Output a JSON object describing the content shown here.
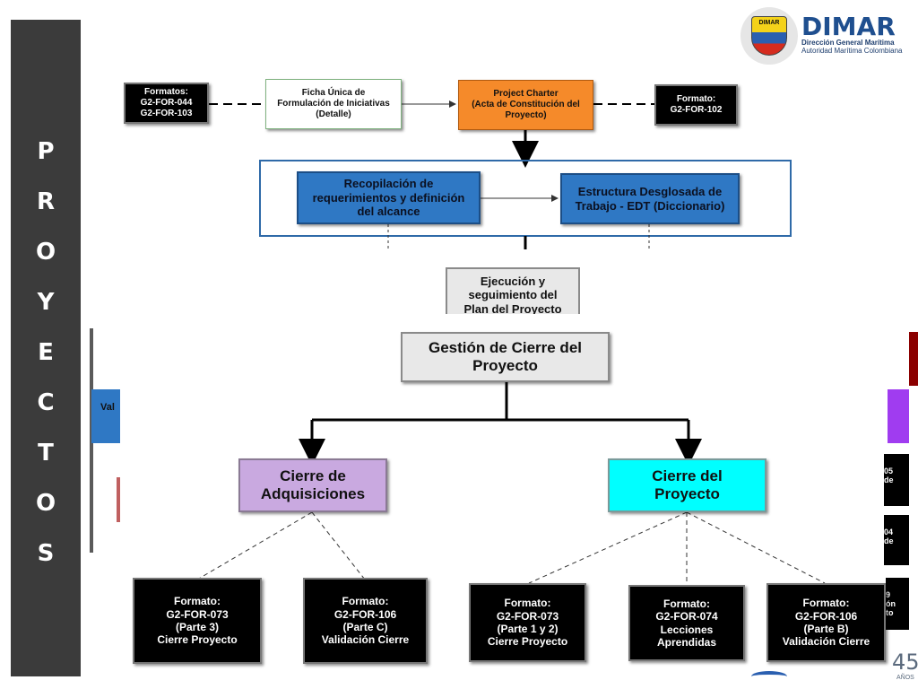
{
  "sidebar": {
    "letters": [
      "P",
      "R",
      "O",
      "Y",
      "E",
      "C",
      "T",
      "O",
      "S"
    ]
  },
  "logo": {
    "title": "DIMAR",
    "subtitle1": "Dirección General Marítima",
    "subtitle2": "Autoridad Marítima Colombiana",
    "emblem_text": "DIMAR"
  },
  "top": {
    "formatos_left": "Formatos:\nG2-FOR-044\nG2-FOR-103",
    "ficha": "Ficha Única de\nFormulación de Iniciativas\n(Detalle)",
    "charter": "Project Charter\n(Acta de Constitución del\nProyecto)",
    "formato_right": "Formato:\nG2-FOR-102",
    "recopilacion": "Recopilación de\nrequerimientos y definición\ndel alcance",
    "edt": "Estructura Desglosada de\nTrabajo - EDT (Diccionario)",
    "ejecucion": "Ejecución y\nseguimiento del\nPlan del Proyecto"
  },
  "bg_fragments": {
    "left_val": "Val",
    "right1": "05\nde",
    "right2": "04\nde",
    "right3": "9\nón\nto"
  },
  "main": {
    "gestion": "Gestión de Cierre del\nProyecto",
    "cierre_adq": "Cierre de\nAdquisiciones",
    "cierre_proy": "Cierre del\nProyecto",
    "f1": "Formato:\nG2-FOR-073\n(Parte  3)\nCierre Proyecto",
    "f2": "Formato:\nG2-FOR-106\n(Parte C)\nValidación Cierre",
    "f3": "Formato:\nG2-FOR-073\n(Parte 1 y 2)\nCierre Proyecto",
    "f4": "Formato:\nG2-FOR-074\nLecciones\nAprendidas",
    "f5": "Formato:\nG2-FOR-106\n(Parte B)\nValidación Cierre"
  },
  "footer": {
    "anniversary": "45",
    "anios": "AÑOS"
  }
}
